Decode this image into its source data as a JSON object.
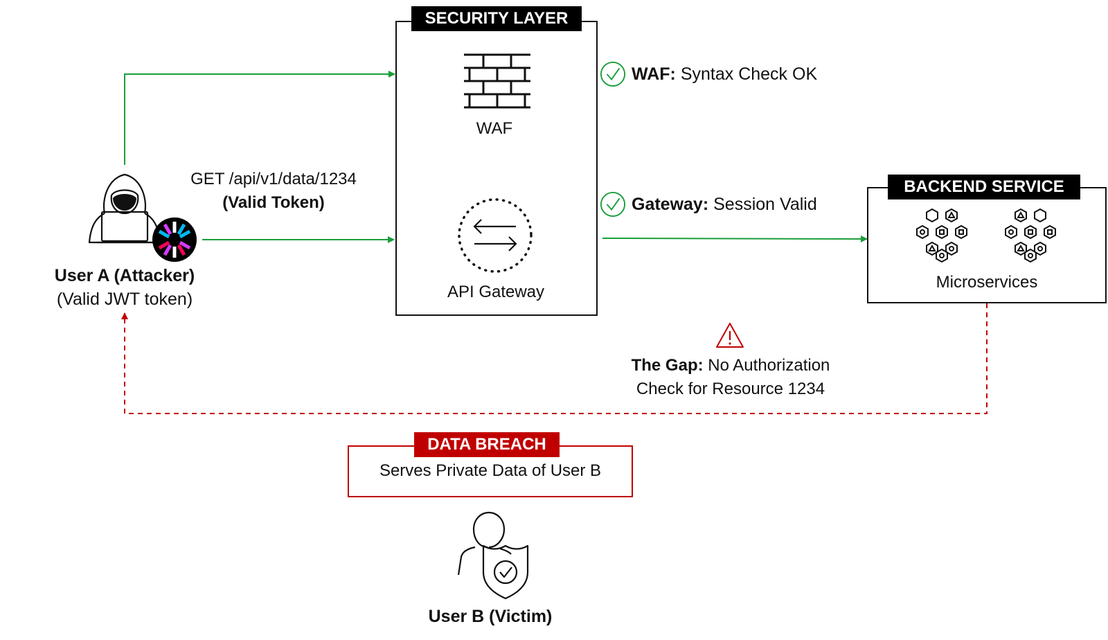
{
  "security_layer": {
    "title": "SECURITY LAYER",
    "waf_label": "WAF",
    "gateway_label": "API Gateway"
  },
  "backend": {
    "title": "BACKEND SERVICE",
    "microservices_label": "Microservices"
  },
  "user_a": {
    "name": "User A (Attacker)",
    "token": "(Valid JWT token)"
  },
  "request": {
    "line": "GET /api/v1/data/1234",
    "token": "(Valid Token)"
  },
  "checks": {
    "waf": {
      "label": "WAF:",
      "text": " Syntax Check OK"
    },
    "gateway": {
      "label": "Gateway:",
      "text": " Session Valid"
    }
  },
  "gap": {
    "label": "The Gap:",
    "text": " No Authorization",
    "line2": "Check for Resource 1234"
  },
  "breach": {
    "title": "DATA BREACH",
    "text": "Serves Private Data of User B"
  },
  "user_b": {
    "name": "User B (Victim)"
  },
  "colors": {
    "green": "#1a9e3a",
    "red": "#c00000",
    "black": "#111111"
  },
  "icons": [
    "firewall-icon",
    "api-gateway-icon",
    "hacker-icon",
    "jwt-logo-icon",
    "microservices-icon",
    "warning-icon",
    "check-circle-icon",
    "user-shield-icon"
  ]
}
